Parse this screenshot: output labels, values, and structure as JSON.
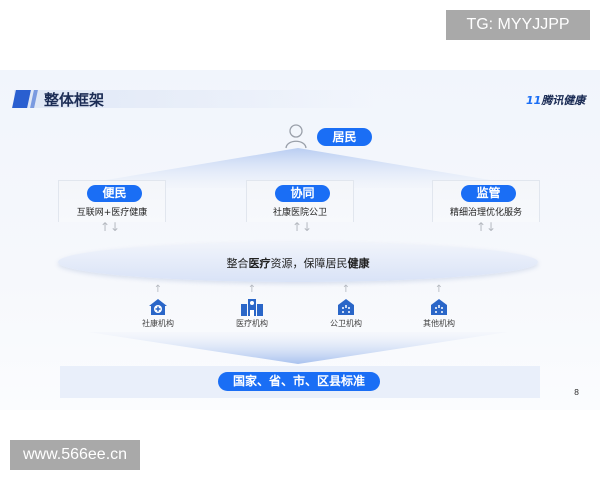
{
  "badge": "TG: MYYJJPP",
  "watermark": "www.566ee.cn",
  "slide": {
    "title": "整体框架",
    "logo": {
      "mark": "11",
      "text": "腾讯健康"
    },
    "resident": "居民",
    "pillars": [
      {
        "label": "便民",
        "sub": "互联网+医疗健康"
      },
      {
        "label": "协同",
        "sub": "社康医院公卫"
      },
      {
        "label": "监管",
        "sub": "精细治理优化服务"
      }
    ],
    "center": {
      "a": "整合",
      "b": "医疗",
      "c": "资源，保障居民",
      "d": "健康"
    },
    "institutions": [
      {
        "label": "社康机构",
        "icon": "clinic-icon"
      },
      {
        "label": "医疗机构",
        "icon": "hospital-icon"
      },
      {
        "label": "公卫机构",
        "icon": "public-health-icon"
      },
      {
        "label": "其他机构",
        "icon": "other-institution-icon"
      }
    ],
    "standard": "国家、省、市、区县标准",
    "page_number": "8",
    "accent": "#1a6ef5"
  }
}
